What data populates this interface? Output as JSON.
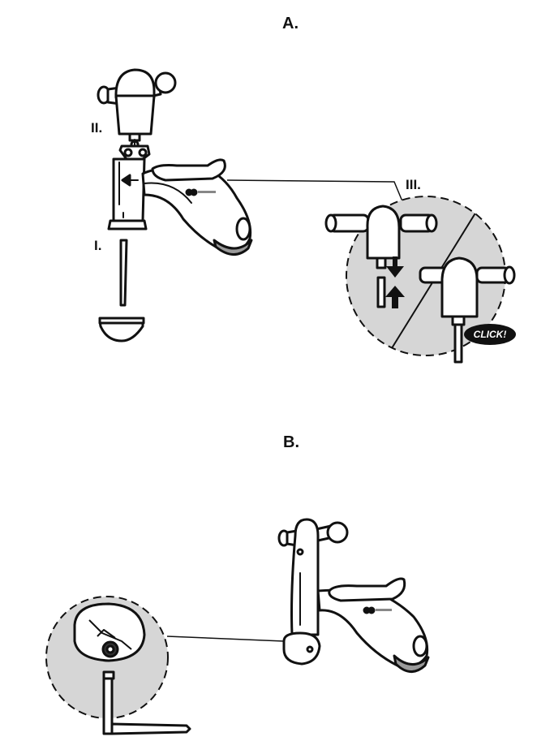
{
  "sections": [
    {
      "label": "A.",
      "steps": [
        "I.",
        "II.",
        "III."
      ],
      "callout_text": "CLICK!"
    },
    {
      "label": "B."
    }
  ],
  "colors": {
    "line": "#111111",
    "callout_fill": "#d6d6d6",
    "wheel_fill": "#9a9a9a"
  }
}
